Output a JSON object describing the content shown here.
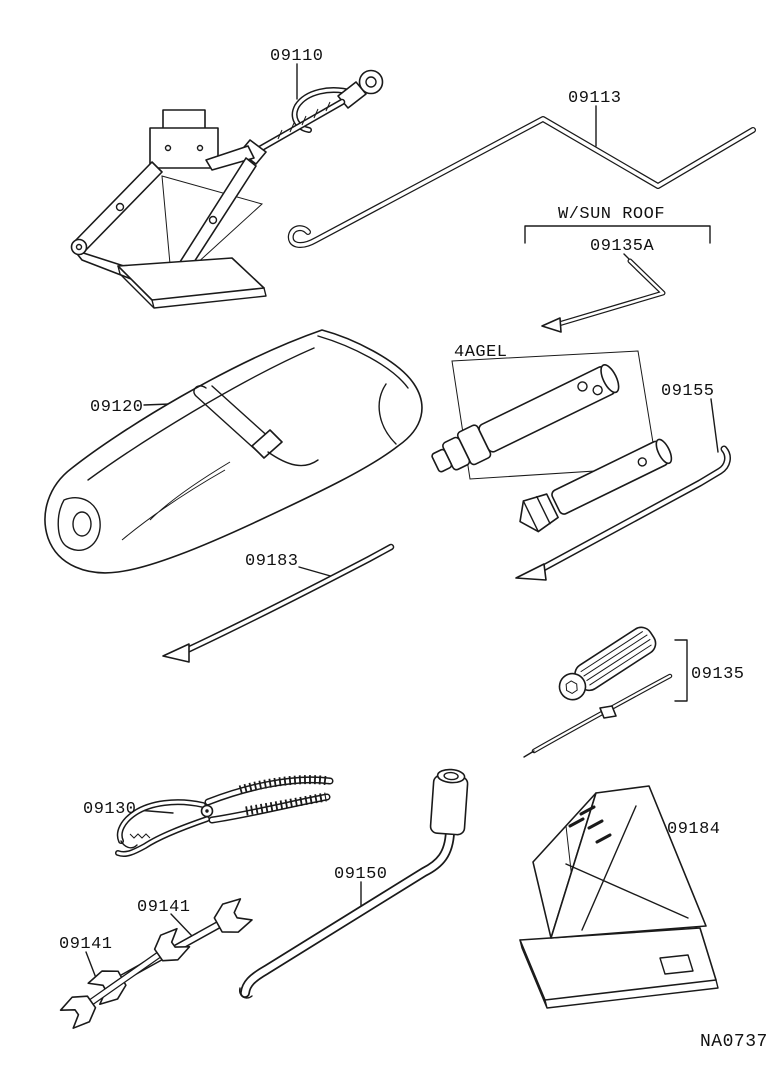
{
  "drawing": {
    "colors": {
      "line": "#1a1a1a",
      "background": "#ffffff",
      "text": "#111111"
    },
    "labels": {
      "jack": "09110",
      "handle_rod": "09113",
      "sunroof_header": "W/SUN ROOF",
      "sunroof_hex": "09135A",
      "engine_code": "4AGEL",
      "tool_bag": "09120",
      "pry_bar": "09155",
      "hex_bar": "09183",
      "screwdriver": "09135",
      "pliers": "09130",
      "nut_wrench": "09150",
      "wrench_a": "09141",
      "wrench_b": "09141",
      "chock": "09184",
      "sheet_code": "NA0737"
    }
  }
}
